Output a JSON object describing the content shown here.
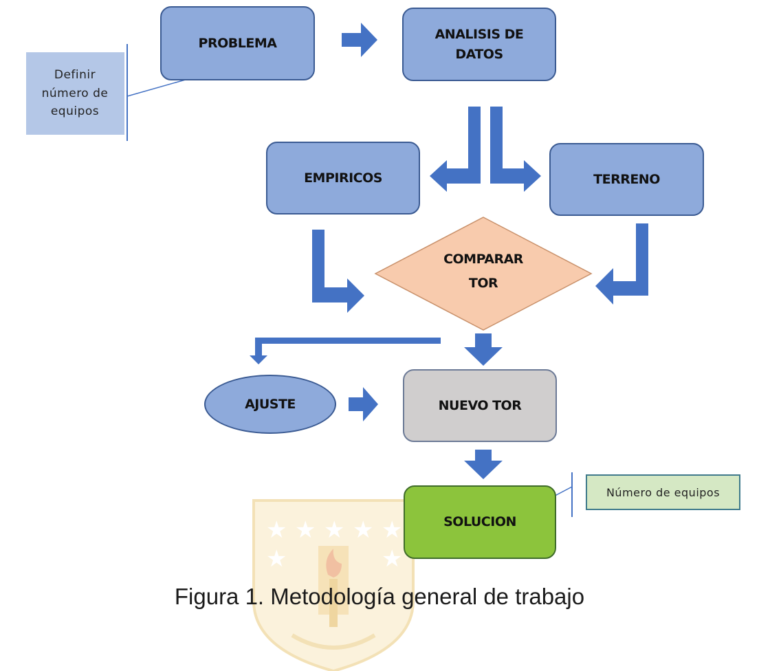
{
  "nodes": {
    "problema": "PROBLEMA",
    "analisis": "ANALISIS DE DATOS",
    "empiricos": "EMPIRICOS",
    "terreno": "TERRENO",
    "comparar": [
      "COMPARAR",
      "TOR"
    ],
    "ajuste": "AJUSTE",
    "nuevo_tor": "NUEVO TOR",
    "solucion": "SOLUCION"
  },
  "callouts": {
    "definir": "Definir número de equipos",
    "numero": "Número de equipos"
  },
  "caption": "Figura 1. Metodología general de trabajo",
  "colors": {
    "box_fill": "#8eaadb",
    "box_border": "#3a5a92",
    "arrow": "#4472c4",
    "diamond_fill": "#f8cbad",
    "nuevo_tor_fill": "#d0cece",
    "solucion_fill": "#8cc43c",
    "callout_blue": "#b4c7e7",
    "callout_green": "#d5e8c4"
  }
}
